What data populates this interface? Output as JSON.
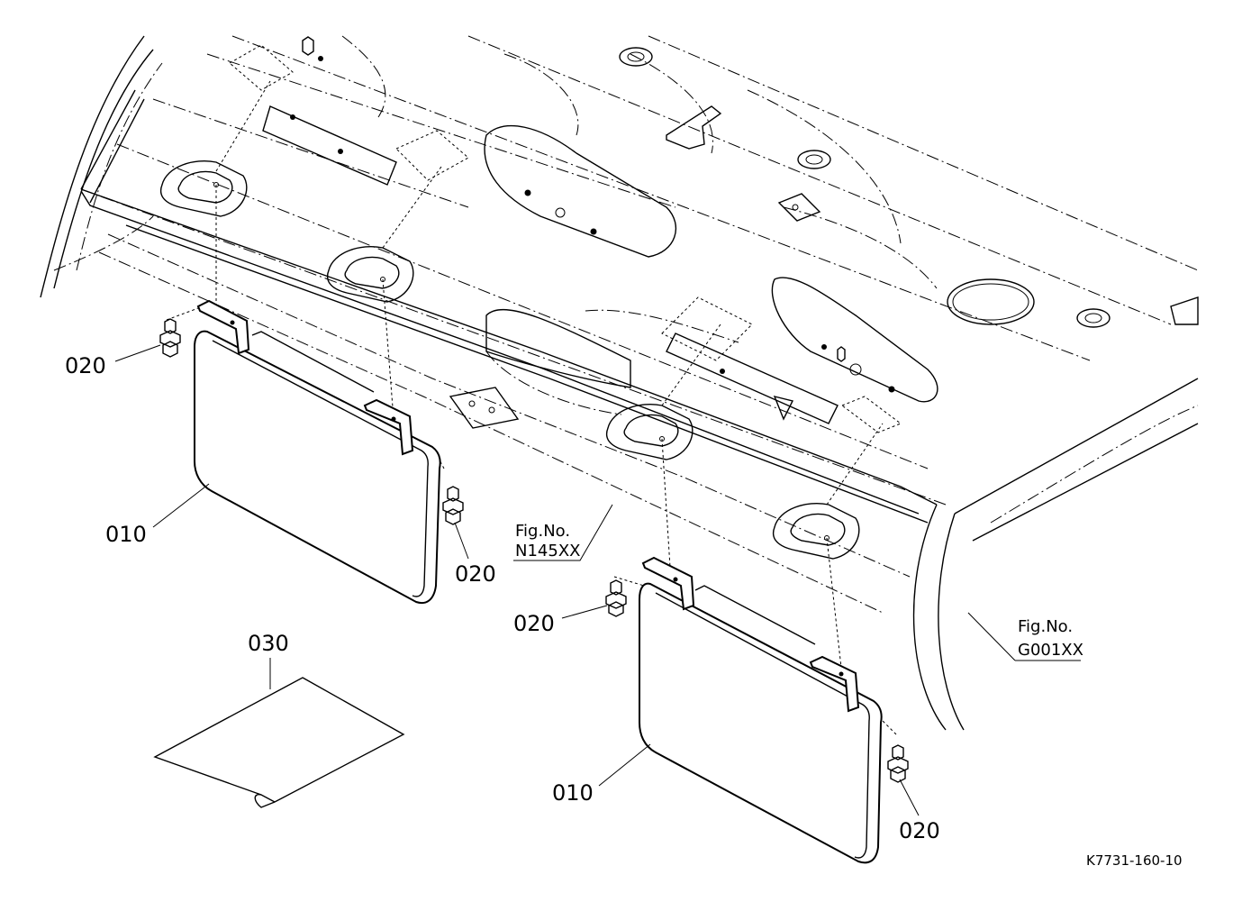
{
  "callouts": {
    "panel_left_label": "010",
    "panel_right_label": "010",
    "bolt_left_top": "020",
    "bolt_left_bottom": "020",
    "bolt_right_top": "020",
    "bolt_right_bottom": "020",
    "sheet_label": "030"
  },
  "references": {
    "ref_center_line1": "Fig.No.",
    "ref_center_line2": "N145XX",
    "ref_right_line1": "Fig.No.",
    "ref_right_line2": "G001XX"
  },
  "drawing_id": "K7731-160-10"
}
